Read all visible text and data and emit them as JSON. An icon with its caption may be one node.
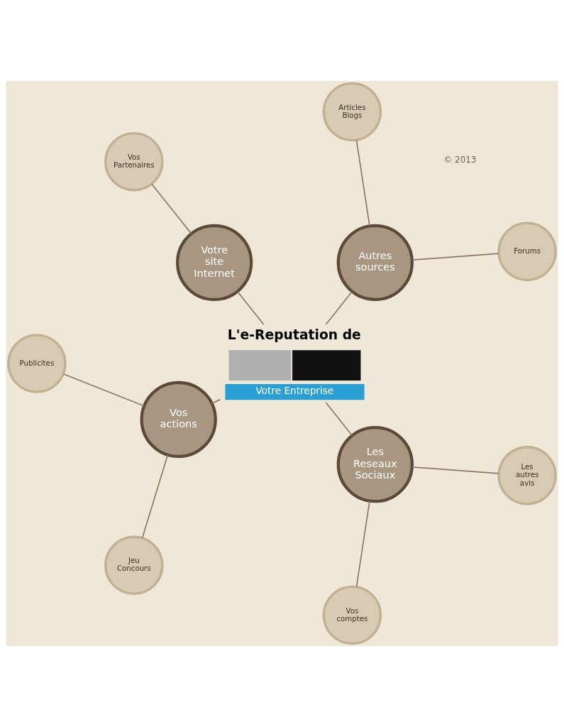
{
  "diagram": {
    "nodes": [
      {
        "text": [
          "L'e-Reputation de",
          "Votre Entreprise"
        ]
      },
      {
        "text": [
          "Autres sources"
        ]
      },
      {
        "text": [
          "Forums"
        ]
      },
      {
        "text": [
          "Articles Blogs"
        ]
      },
      {
        "text": [
          "Votre site Internet"
        ]
      },
      {
        "text": [
          "Vos Partenaires"
        ]
      },
      {
        "text": [
          "Vos actions"
        ]
      },
      {
        "text": [
          "Publicites"
        ]
      },
      {
        "text": [
          "Jeu Concours"
        ]
      },
      {
        "text": [
          "Les Reseaux Sociaux"
        ]
      },
      {
        "text": [
          "Vos comptes"
        ]
      },
      {
        "text": [
          "Les autres avis"
        ]
      }
    ],
    "edges": [
      {
        "from": 0,
        "to": 1,
        "arrow": "none"
      },
      {
        "from": 1,
        "to": 2,
        "arrow": "none"
      },
      {
        "from": 1,
        "to": 3,
        "arrow": "none"
      },
      {
        "from": 0,
        "to": 4,
        "arrow": "none"
      },
      {
        "from": 4,
        "to": 5,
        "arrow": "none"
      },
      {
        "from": 0,
        "to": 6,
        "arrow": "none"
      },
      {
        "from": 6,
        "to": 7,
        "arrow": "none"
      },
      {
        "from": 6,
        "to": 8,
        "arrow": "none"
      },
      {
        "from": 0,
        "to": 9,
        "arrow": "none"
      },
      {
        "from": 9,
        "to": 10,
        "arrow": "none"
      },
      {
        "from": 9,
        "to": 11,
        "arrow": "none"
      }
    ],
    "labels": [
      "© 2013"
    ]
  }
}
